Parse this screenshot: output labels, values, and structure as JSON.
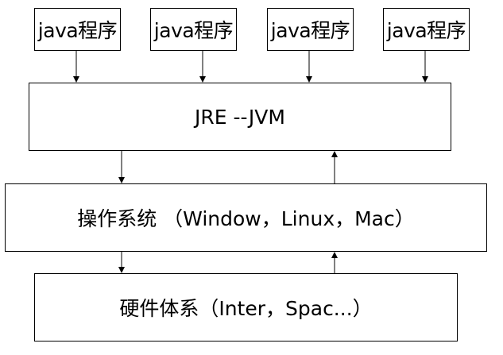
{
  "programs": [
    {
      "label": "java程序"
    },
    {
      "label": "java程序"
    },
    {
      "label": "java程序"
    },
    {
      "label": "java程序"
    }
  ],
  "jre": {
    "label": "JRE --JVM"
  },
  "os": {
    "label": "操作系统 （Window，Linux，Mac）"
  },
  "hardware": {
    "label": "硬件体系（Inter，Spac...）"
  }
}
